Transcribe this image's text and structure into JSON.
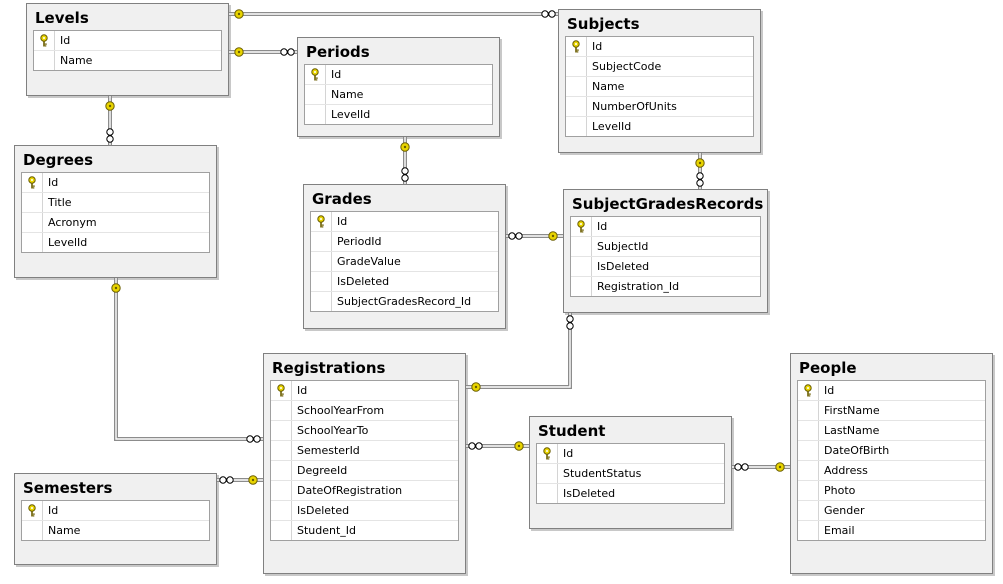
{
  "tables": {
    "levels": {
      "title": "Levels",
      "columns": [
        {
          "name": "Id",
          "pk": true
        },
        {
          "name": "Name",
          "pk": false
        }
      ]
    },
    "subjects": {
      "title": "Subjects",
      "columns": [
        {
          "name": "Id",
          "pk": true
        },
        {
          "name": "SubjectCode",
          "pk": false
        },
        {
          "name": "Name",
          "pk": false
        },
        {
          "name": "NumberOfUnits",
          "pk": false
        },
        {
          "name": "LevelId",
          "pk": false
        }
      ]
    },
    "periods": {
      "title": "Periods",
      "columns": [
        {
          "name": "Id",
          "pk": true
        },
        {
          "name": "Name",
          "pk": false
        },
        {
          "name": "LevelId",
          "pk": false
        }
      ]
    },
    "degrees": {
      "title": "Degrees",
      "columns": [
        {
          "name": "Id",
          "pk": true
        },
        {
          "name": "Title",
          "pk": false
        },
        {
          "name": "Acronym",
          "pk": false
        },
        {
          "name": "LevelId",
          "pk": false
        }
      ]
    },
    "grades": {
      "title": "Grades",
      "columns": [
        {
          "name": "Id",
          "pk": true
        },
        {
          "name": "PeriodId",
          "pk": false
        },
        {
          "name": "GradeValue",
          "pk": false
        },
        {
          "name": "IsDeleted",
          "pk": false
        },
        {
          "name": "SubjectGradesRecord_Id",
          "pk": false
        }
      ]
    },
    "subjectgradesrecords": {
      "title": "SubjectGradesRecords",
      "columns": [
        {
          "name": "Id",
          "pk": true
        },
        {
          "name": "SubjectId",
          "pk": false
        },
        {
          "name": "IsDeleted",
          "pk": false
        },
        {
          "name": "Registration_Id",
          "pk": false
        }
      ]
    },
    "registrations": {
      "title": "Registrations",
      "columns": [
        {
          "name": "Id",
          "pk": true
        },
        {
          "name": "SchoolYearFrom",
          "pk": false
        },
        {
          "name": "SchoolYearTo",
          "pk": false
        },
        {
          "name": "SemesterId",
          "pk": false
        },
        {
          "name": "DegreeId",
          "pk": false
        },
        {
          "name": "DateOfRegistration",
          "pk": false
        },
        {
          "name": "IsDeleted",
          "pk": false
        },
        {
          "name": "Student_Id",
          "pk": false
        }
      ]
    },
    "student": {
      "title": "Student",
      "columns": [
        {
          "name": "Id",
          "pk": true
        },
        {
          "name": "StudentStatus",
          "pk": false
        },
        {
          "name": "IsDeleted",
          "pk": false
        }
      ]
    },
    "people": {
      "title": "People",
      "columns": [
        {
          "name": "Id",
          "pk": true
        },
        {
          "name": "FirstName",
          "pk": false
        },
        {
          "name": "LastName",
          "pk": false
        },
        {
          "name": "DateOfBirth",
          "pk": false
        },
        {
          "name": "Address",
          "pk": false
        },
        {
          "name": "Photo",
          "pk": false
        },
        {
          "name": "Gender",
          "pk": false
        },
        {
          "name": "Email",
          "pk": false
        }
      ]
    },
    "semesters": {
      "title": "Semesters",
      "columns": [
        {
          "name": "Id",
          "pk": true
        },
        {
          "name": "Name",
          "pk": false
        }
      ]
    }
  },
  "relationships": [
    {
      "one": "levels",
      "many": "subjects"
    },
    {
      "one": "levels",
      "many": "periods"
    },
    {
      "one": "levels",
      "many": "degrees"
    },
    {
      "one": "periods",
      "many": "grades"
    },
    {
      "one": "subjects",
      "many": "subjectgradesrecords"
    },
    {
      "one": "subjectgradesrecords",
      "many": "grades"
    },
    {
      "one": "registrations",
      "many": "subjectgradesrecords"
    },
    {
      "one": "degrees",
      "many": "registrations"
    },
    {
      "one": "semesters",
      "many": "registrations"
    },
    {
      "one": "student",
      "many": "registrations"
    },
    {
      "one": "people",
      "many": "student"
    }
  ],
  "colors": {
    "key_icon": "#e8d400",
    "line": "#808080",
    "panel": "#f0f0f0"
  },
  "icons": {
    "primary_key": "key-icon",
    "one_end": "key-icon",
    "many_end": "infinity-icon"
  }
}
